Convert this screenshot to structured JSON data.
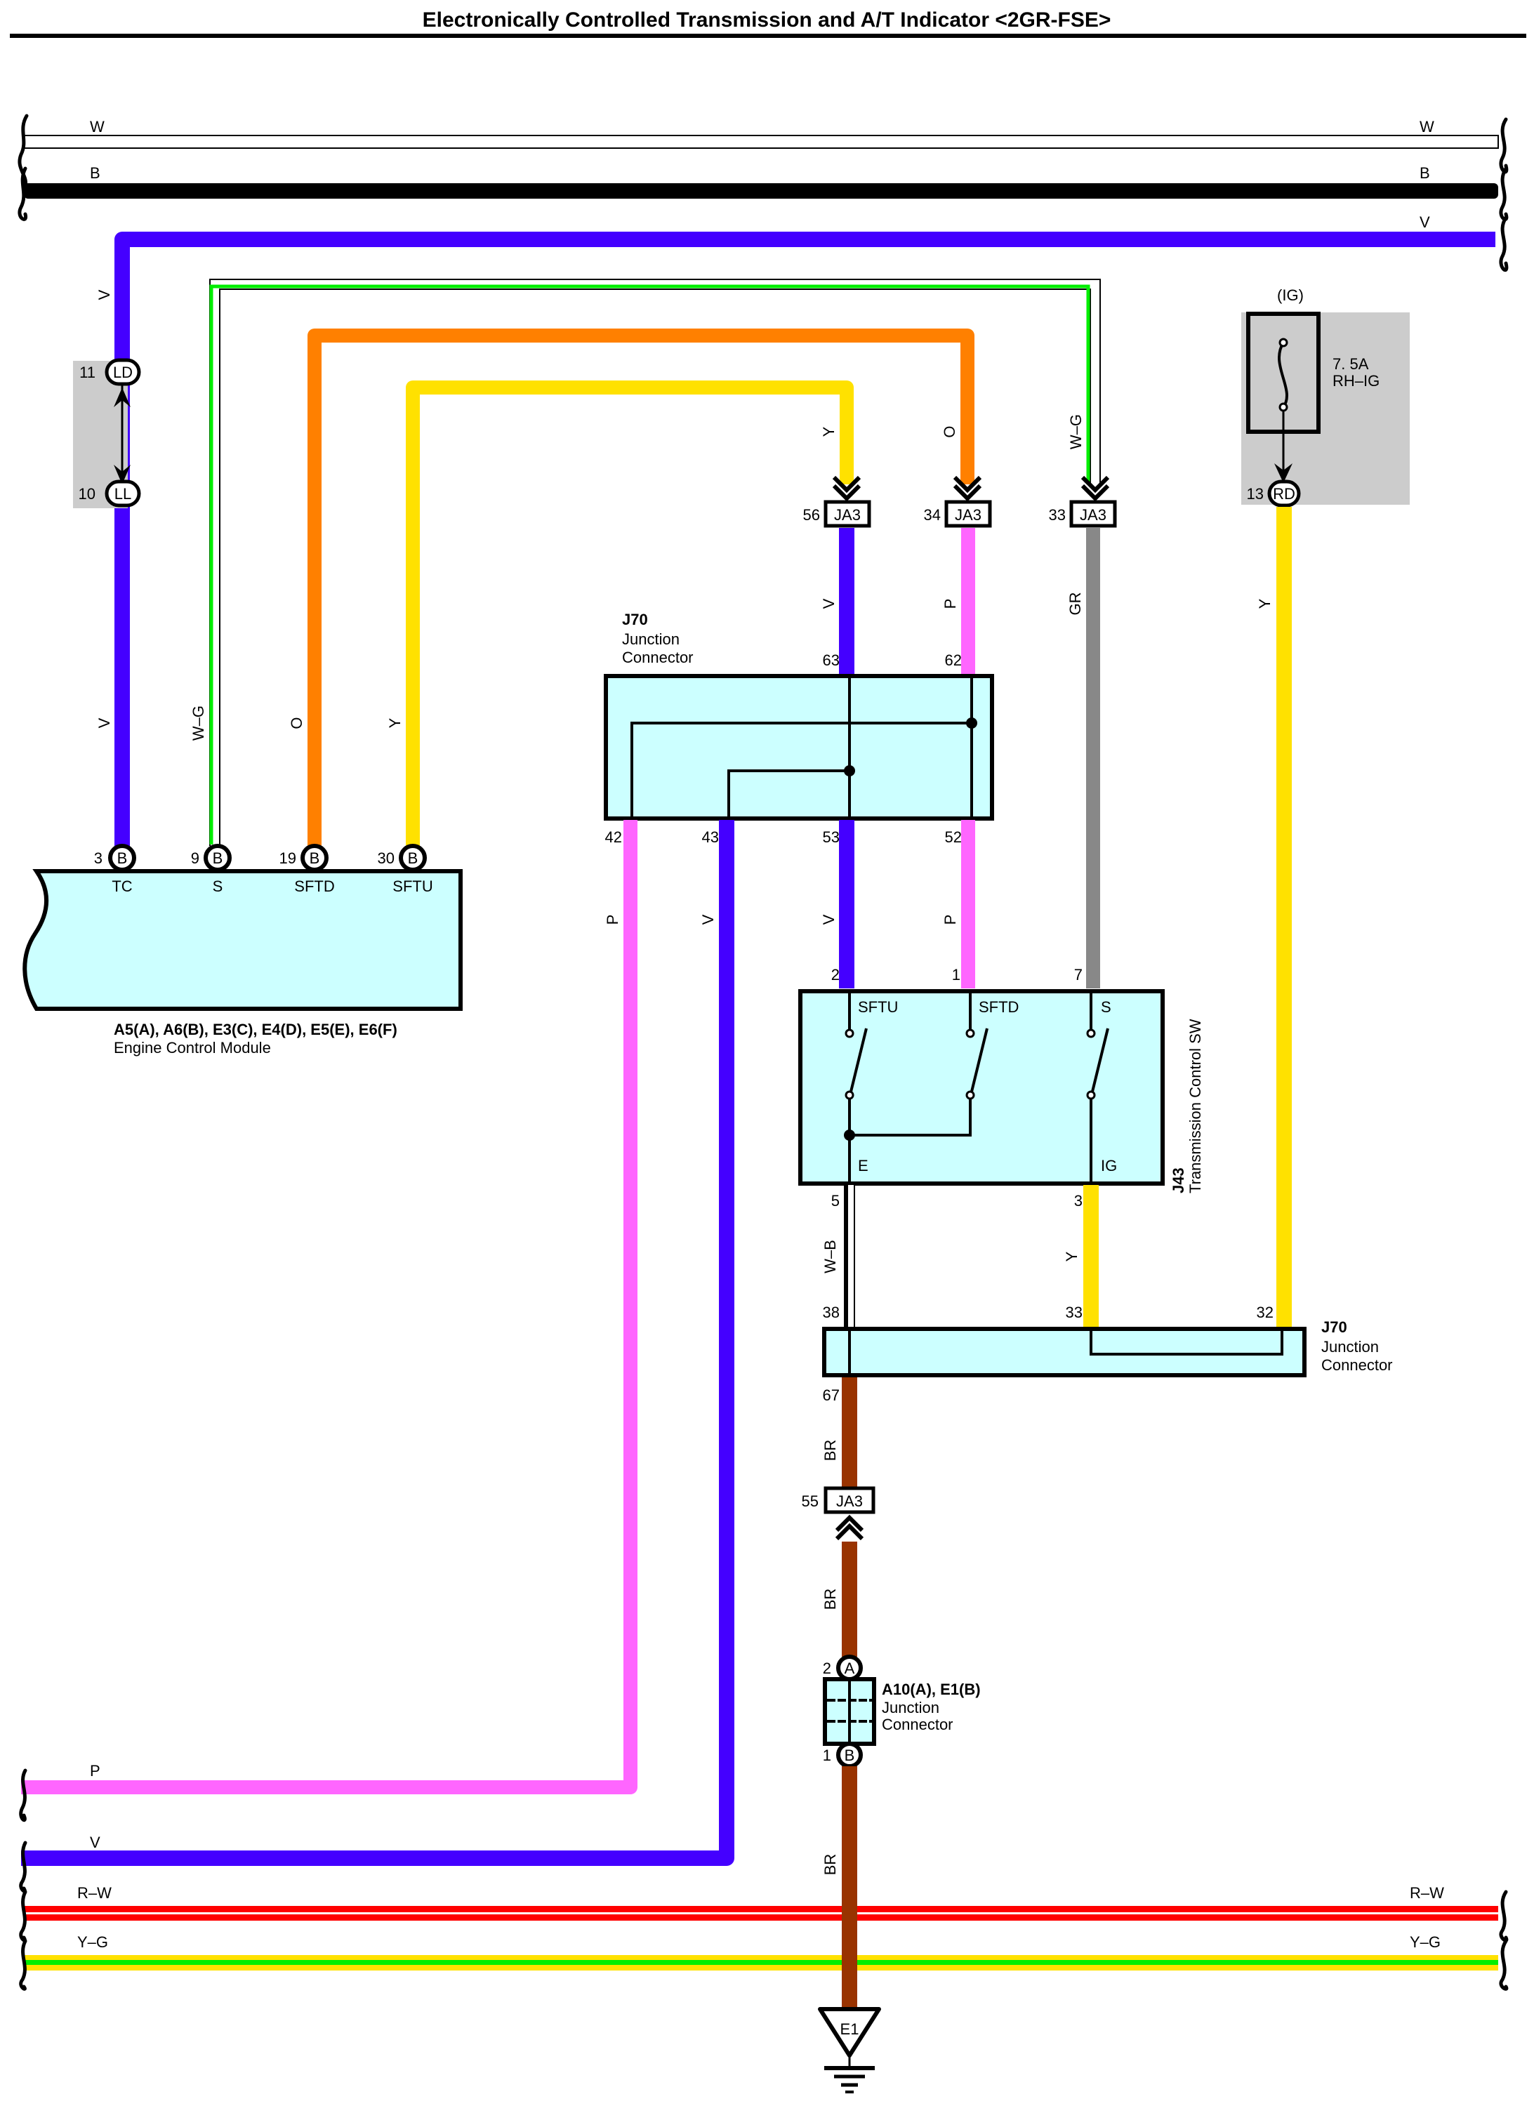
{
  "title": "Electronically Controlled Transmission and A/T Indicator <2GR-FSE>",
  "colors": {
    "V": "#4400ff",
    "B": "#000000",
    "W": "#ffffff",
    "G": "#00ee00",
    "O": "#ff8000",
    "Y": "#ffe100",
    "P": "#ff66ff",
    "GR": "#888888",
    "BR": "#993300",
    "R": "#ff0000",
    "box_fill": "#ccffff",
    "shade": "#cccccc"
  },
  "bus_wires_top": [
    {
      "code": "W",
      "left_label": "W",
      "right_label": "W"
    },
    {
      "code": "B",
      "left_label": "B",
      "right_label": "B"
    },
    {
      "code": "V",
      "right_label": "V"
    }
  ],
  "bus_wires_bottom": [
    {
      "code": "P",
      "left_label": "P"
    },
    {
      "code": "V",
      "left_label": "V"
    },
    {
      "code": "R-W",
      "left_label": "R–W",
      "right_label": "R–W"
    },
    {
      "code": "Y-G",
      "left_label": "Y–G",
      "right_label": "Y–G"
    }
  ],
  "inline_connector_ld_ll": {
    "upper": {
      "pin": "11",
      "name": "LD"
    },
    "lower": {
      "pin": "10",
      "name": "LL"
    }
  },
  "fuse": {
    "header": "(IG)",
    "rating": "7. 5A",
    "name": "RH–IG",
    "pin": "13",
    "pin_name": "RD"
  },
  "ecm": {
    "id": "A5(A), A6(B), E3(C), E4(D), E5(E), E6(F)",
    "name": "Engine Control Module",
    "terminals": [
      {
        "pin": "3",
        "conn": "B",
        "name": "TC",
        "wire": "V"
      },
      {
        "pin": "9",
        "conn": "B",
        "name": "S",
        "wire": "W–G"
      },
      {
        "pin": "19",
        "conn": "B",
        "name": "SFTD",
        "wire": "O"
      },
      {
        "pin": "30",
        "conn": "B",
        "name": "SFTU",
        "wire": "Y"
      }
    ]
  },
  "ja3_top": [
    {
      "pin": "56",
      "name": "JA3",
      "wire_in": "Y",
      "wire_out": "V"
    },
    {
      "pin": "34",
      "name": "JA3",
      "wire_in": "O",
      "wire_out": "P"
    },
    {
      "pin": "33",
      "name": "JA3",
      "wire_in": "W–G",
      "wire_out": "GR"
    }
  ],
  "ja3_bottom": {
    "pin": "55",
    "name": "JA3",
    "wire": "BR"
  },
  "j70_upper": {
    "id": "J70",
    "name_line1": "Junction",
    "name_line2": "Connector",
    "top_pins": [
      "63",
      "62"
    ],
    "bottom_pins": [
      "42",
      "43",
      "53",
      "52"
    ],
    "wires_below": [
      "P",
      "V",
      "V",
      "P"
    ],
    "wire_labels_above": [
      "V",
      "P",
      "GR",
      "Y"
    ]
  },
  "switch": {
    "id": "J43",
    "name": "Transmission Control SW",
    "top_pins": [
      {
        "pin": "2",
        "name": "SFTU"
      },
      {
        "pin": "1",
        "name": "SFTD"
      },
      {
        "pin": "7",
        "name": "S"
      }
    ],
    "bottom_pins": [
      {
        "pin": "5",
        "name": "E"
      },
      {
        "pin": "3",
        "name": "IG"
      }
    ]
  },
  "j70_lower": {
    "id": "J70",
    "name_line1": "Junction",
    "name_line2": "Connector",
    "top_pins": [
      "38",
      "33",
      "32"
    ],
    "bottom_pin": "67",
    "wire_labels": [
      "W–B",
      "Y"
    ]
  },
  "junction_a10": {
    "id": "A10(A), E1(B)",
    "name_line1": "Junction",
    "name_line2": "Connector",
    "top": {
      "pin": "2",
      "conn": "A"
    },
    "bottom": {
      "pin": "1",
      "conn": "B"
    }
  },
  "br_labels": [
    "BR",
    "BR",
    "BR"
  ],
  "ground": {
    "name": "E1"
  }
}
